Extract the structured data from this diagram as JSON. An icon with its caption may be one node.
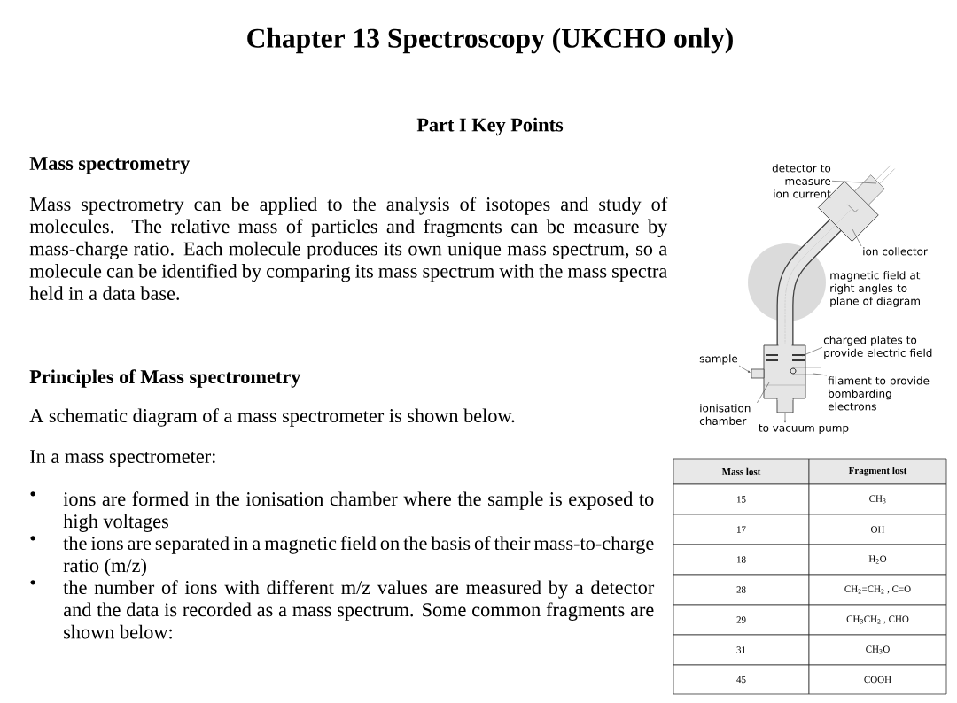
{
  "diagram": {
    "title": "Chapter 13 Spectroscopy (UKCHO only)",
    "nodes": [
      {
        "text": [
          "detector to measure ion current"
        ]
      },
      {
        "text": [
          "ion collector"
        ]
      },
      {
        "text": [
          "charged plates to provide electric field"
        ]
      },
      {
        "text": [
          "sample"
        ]
      },
      {
        "text": [
          "filament to provide bombarding electrons"
        ]
      },
      {
        "text": [
          "ionisation chamber"
        ]
      },
      {
        "text": [
          "to vacuum pump"
        ]
      }
    ],
    "edges": [
      {
        "from": 0,
        "to": null,
        "arrow": "none"
      },
      {
        "from": 1,
        "to": null,
        "arrow": "none"
      },
      {
        "from": 2,
        "to": null,
        "arrow": "none"
      },
      {
        "from": 3,
        "to": null,
        "arrow": "to"
      },
      {
        "from": 4,
        "to": null,
        "arrow": "none"
      },
      {
        "from": 5,
        "to": null,
        "arrow": "none"
      },
      {
        "from": null,
        "to": 6,
        "arrow": "to"
      }
    ],
    "labels": [
      "Part I Key Points",
      "Mass spectrometry",
      "Mass spectrometry can be applied to the analysis of isotopes and study of molecules. The relative mass of particles and fragments can be measure by mass-charge ratio. Each molecule produces its own unique mass spectrum, so a molecule can be identified by comparing its mass spectrum with the mass spectra held in a data base.",
      "Principles of Mass spectrometry",
      "A schematic diagram of a mass spectrometer is shown below.",
      "In a mass spectrometer:",
      "•",
      "ions are formed in the ionisation chamber where the sample is exposed to high voltages",
      "•",
      "the ions are separated in a magnetic field on the basis of their mass-to-charge ratio (m/z)",
      "•",
      "the number of ions with different m/z values are measured by a detector and the data is recorded as a mass spectrum. Some common fragments are shown below:",
      "magnetic field at right angles to plane of diagram",
      "Mass lost",
      "Fragment lost",
      "15",
      "CH$_{3}$",
      "17",
      "OH",
      "18",
      "H$_{2}$O",
      "28",
      "CH$_{2}$=CH$_{2}$ , C=O",
      "29",
      "CH$_{3}$CH$_{2}$ , CHO",
      "31",
      "CH$_{3}$O",
      "45",
      "COOH"
    ]
  }
}
